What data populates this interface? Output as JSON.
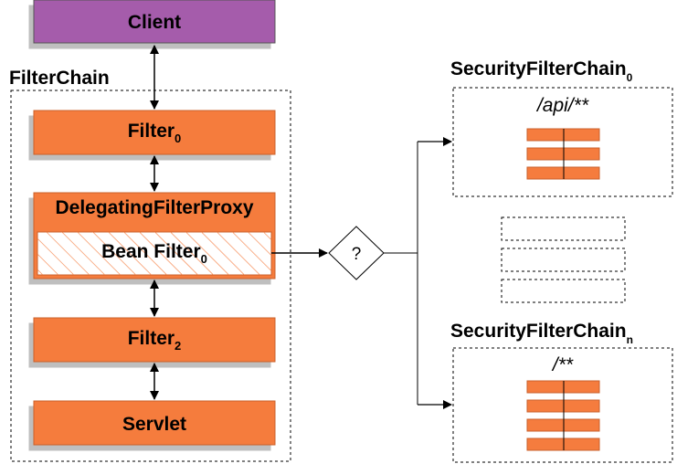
{
  "client": {
    "label": "Client",
    "color": "#a55bab"
  },
  "filter_chain": {
    "title": "FilterChain",
    "filter0": {
      "label": "Filter",
      "sub": "0"
    },
    "delegating_proxy": {
      "label": "DelegatingFilterProxy",
      "bean_filter": {
        "label": "Bean Filter",
        "sub": "0"
      }
    },
    "filter2": {
      "label": "Filter",
      "sub": "2"
    },
    "servlet": {
      "label": "Servlet"
    },
    "box_color": "#f57c3e"
  },
  "decision": {
    "label": "?"
  },
  "security_chain_0": {
    "title": "SecurityFilterChain",
    "sub": "0",
    "pattern": "/api/**",
    "filter_count": 3
  },
  "security_chain_n": {
    "title": "SecurityFilterChain",
    "sub": "n",
    "pattern": "/**",
    "filter_count": 4
  },
  "placeholder_chain_count": 3
}
